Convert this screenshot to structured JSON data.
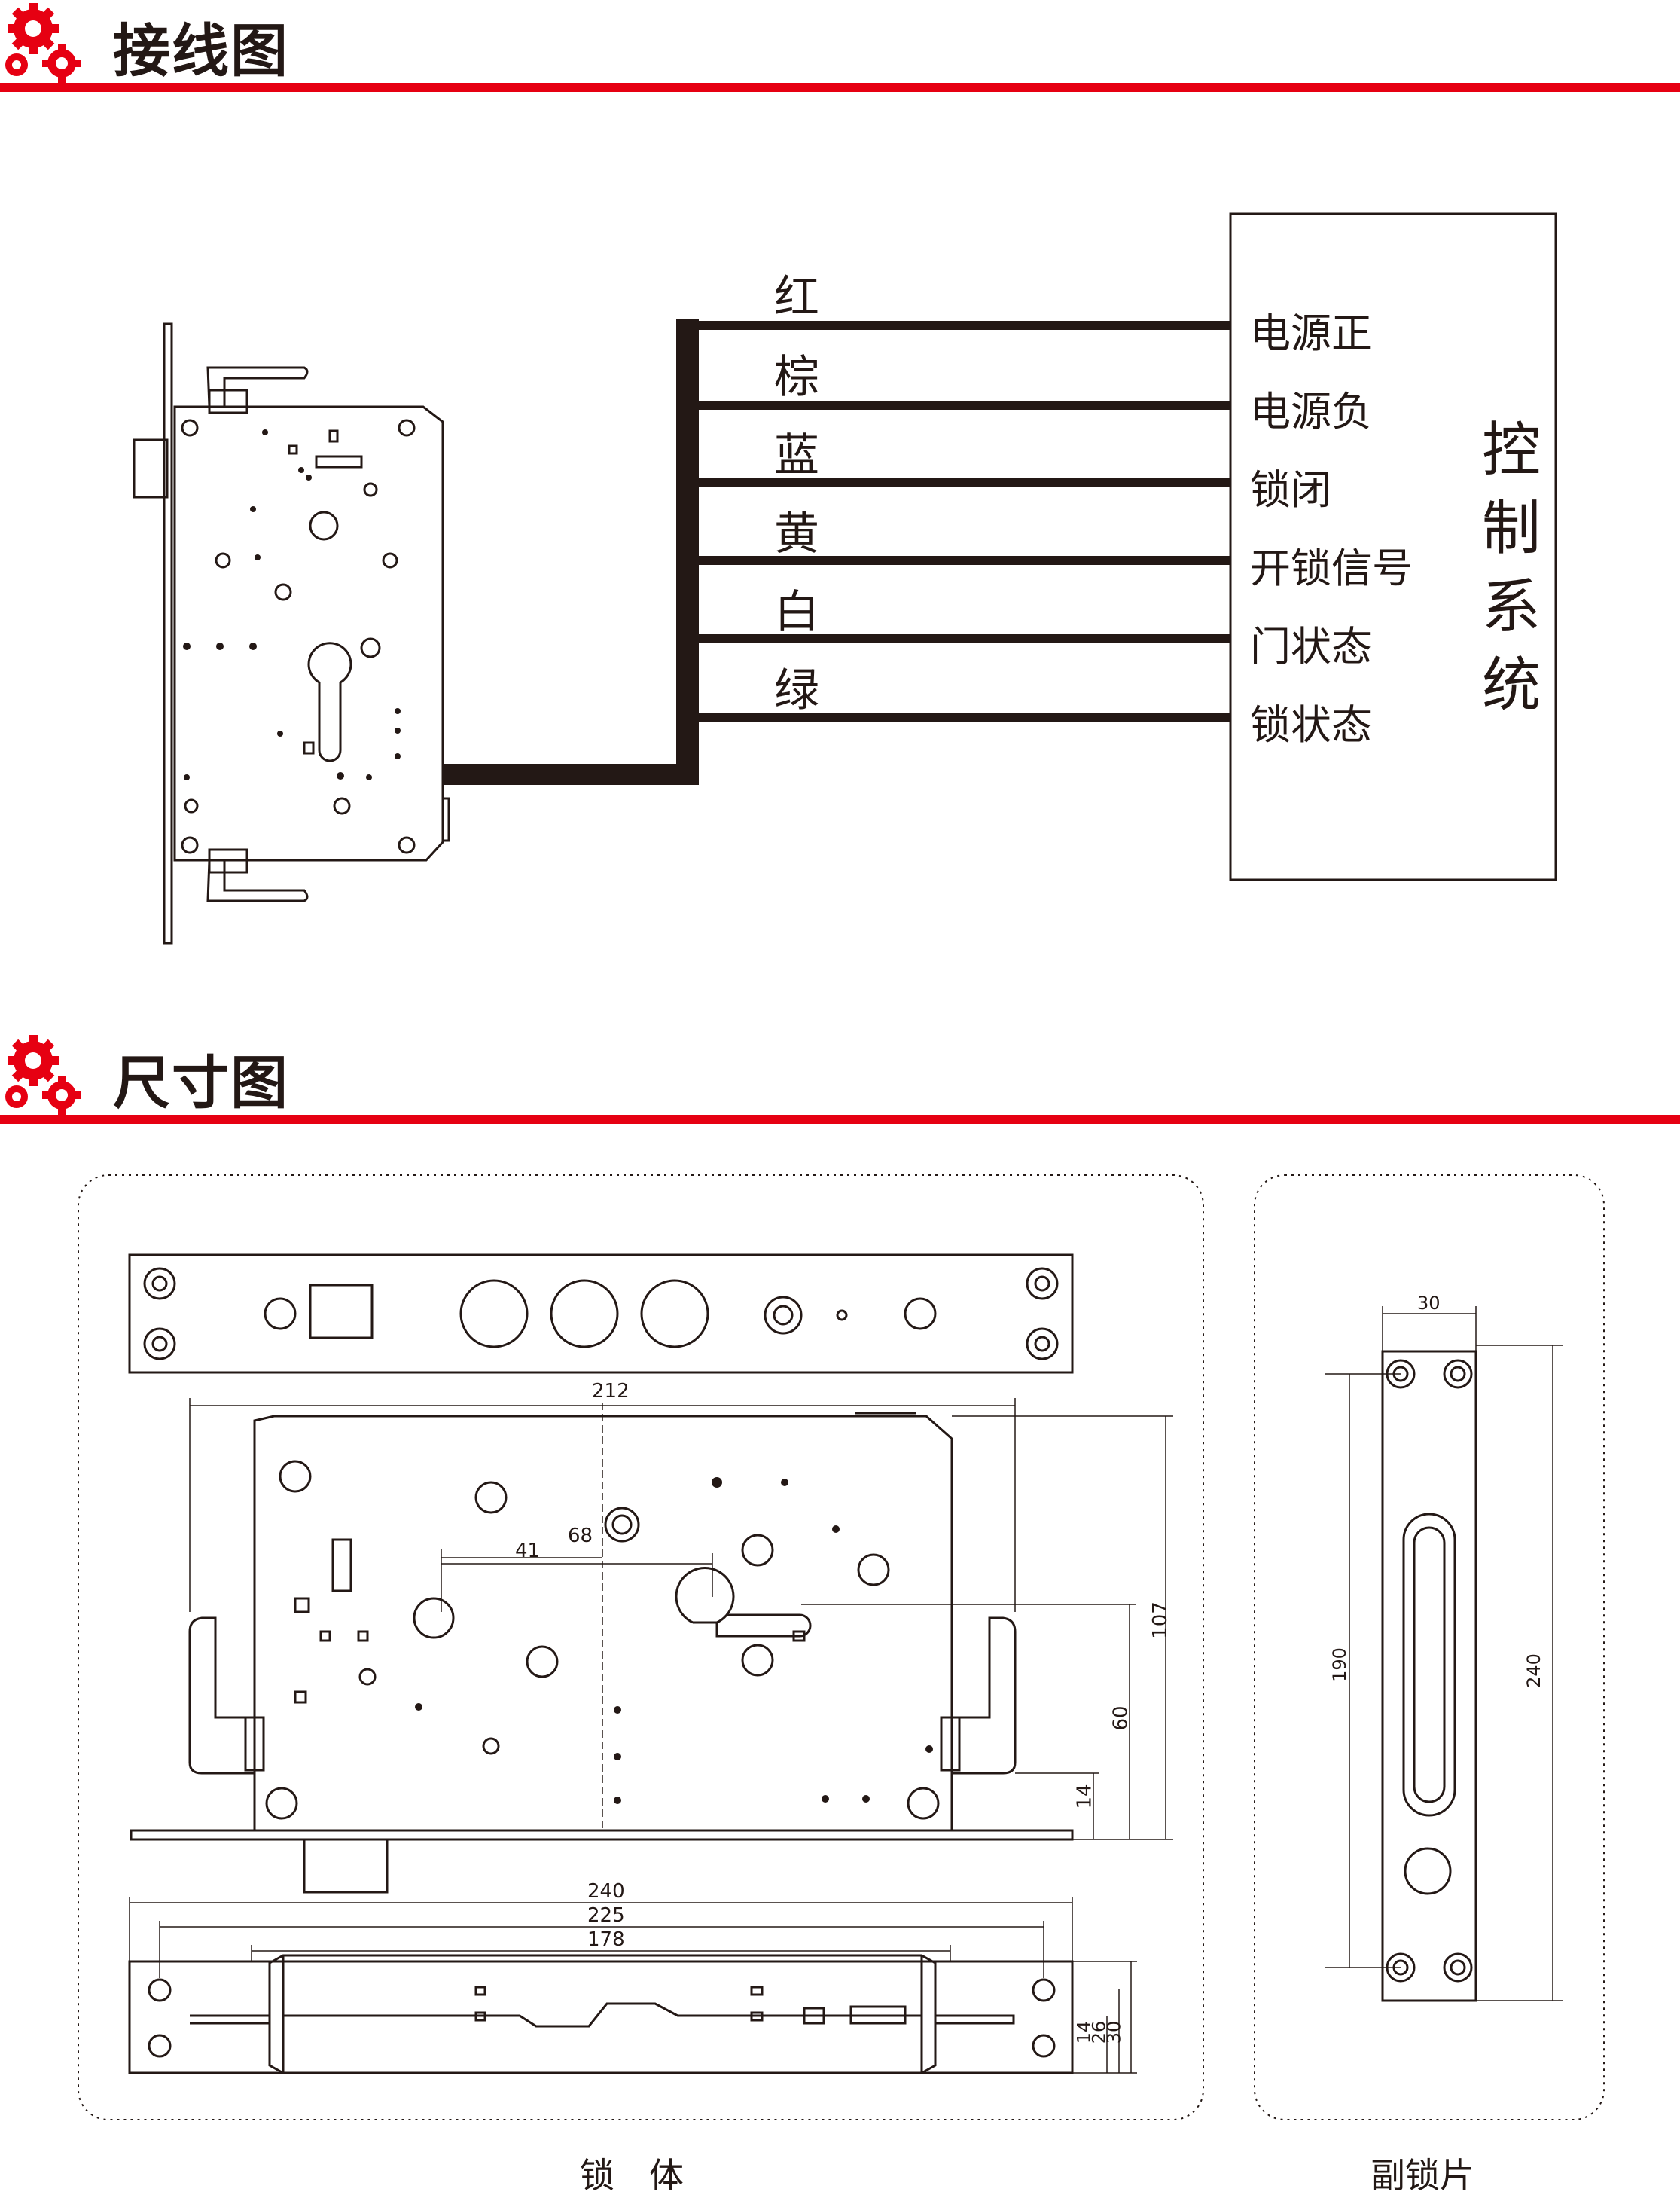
{
  "colors": {
    "accent": "#e60012",
    "ink": "#231815"
  },
  "wiring_section": {
    "title": "接线图",
    "icon": "gears-icon",
    "wires": [
      {
        "color_label": "红",
        "signal": "电源正"
      },
      {
        "color_label": "棕",
        "signal": "电源负"
      },
      {
        "color_label": "蓝",
        "signal": "锁闭"
      },
      {
        "color_label": "黄",
        "signal": "开锁信号"
      },
      {
        "color_label": "白",
        "signal": "门状态"
      },
      {
        "color_label": "绿",
        "signal": "锁状态"
      }
    ],
    "control_box_label": "控制系统"
  },
  "dimension_section": {
    "title": "尺寸图",
    "icon": "gears-icon",
    "lock_body": {
      "caption": "锁　体",
      "dimensions": {
        "width": "212",
        "height": "107",
        "cyl_offset": "68",
        "spindle_offset": "41",
        "h60": "60",
        "h14": "14",
        "bottom_240": "240",
        "bottom_225": "225",
        "bottom_178": "178",
        "side_14": "14",
        "side_26": "26",
        "side_30": "30"
      }
    },
    "strike_plate": {
      "caption": "副锁片",
      "dimensions": {
        "width": "30",
        "inner": "190",
        "total": "240"
      }
    }
  }
}
